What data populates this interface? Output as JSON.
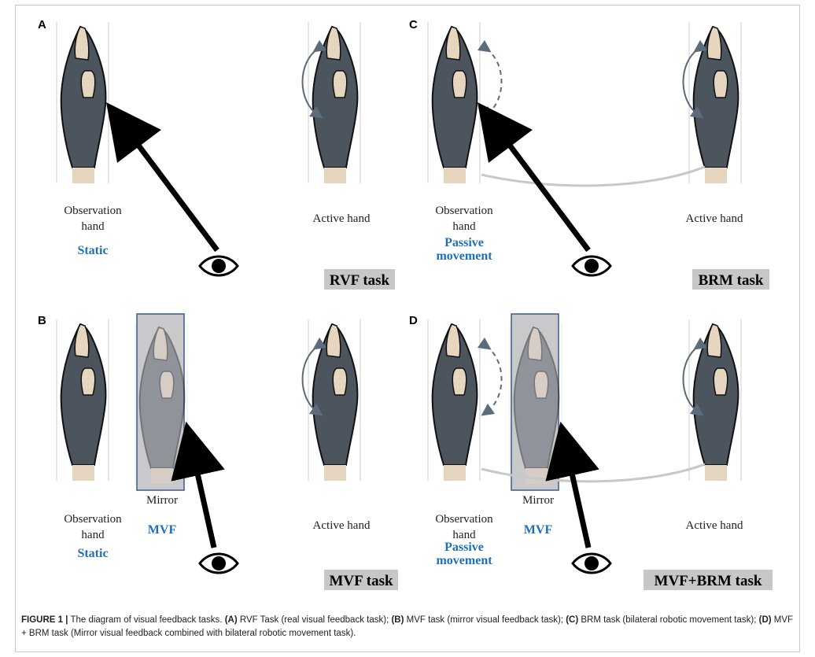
{
  "panels": {
    "A": {
      "letter": "A",
      "left_label_1": "Observation",
      "left_label_2": "hand",
      "left_state": "Static",
      "right_label": "Active hand",
      "task": "RVF task"
    },
    "B": {
      "letter": "B",
      "left_label_1": "Observation",
      "left_label_2": "hand",
      "left_state": "Static",
      "mirror_label": "Mirror",
      "mirror_state": "MVF",
      "right_label": "Active hand",
      "task": "MVF task"
    },
    "C": {
      "letter": "C",
      "left_label_1": "Observation",
      "left_label_2": "hand",
      "left_state_1": "Passive",
      "left_state_2": "movement",
      "right_label": "Active hand",
      "task": "BRM task"
    },
    "D": {
      "letter": "D",
      "left_label_1": "Observation",
      "left_label_2": "hand",
      "left_state_1": "Passive",
      "left_state_2": "movement",
      "mirror_label": "Mirror",
      "mirror_state": "MVF",
      "right_label": "Active hand",
      "task": "MVF+BRM task"
    }
  },
  "caption": {
    "figure_label": "FIGURE 1 |",
    "text_1": " The diagram of visual feedback tasks. ",
    "a_tag": "(A)",
    "a_text": " RVF Task (real visual feedback task); ",
    "b_tag": "(B)",
    "b_text": " MVF task (mirror visual feedback task); ",
    "c_tag": "(C)",
    "c_text": " BRM task (bilateral robotic movement task); ",
    "d_tag": "(D)",
    "d_text": " MVF + BRM task (Mirror visual feedback combined with bilateral robotic movement task)."
  },
  "colors": {
    "glove": "#4c545e",
    "skin": "#e6d6c0",
    "blue_text": "#1f6fb5",
    "task_bg": "#c7c7c7",
    "mirror": "#c9c9cc",
    "arrow": "#5d6c7a"
  }
}
